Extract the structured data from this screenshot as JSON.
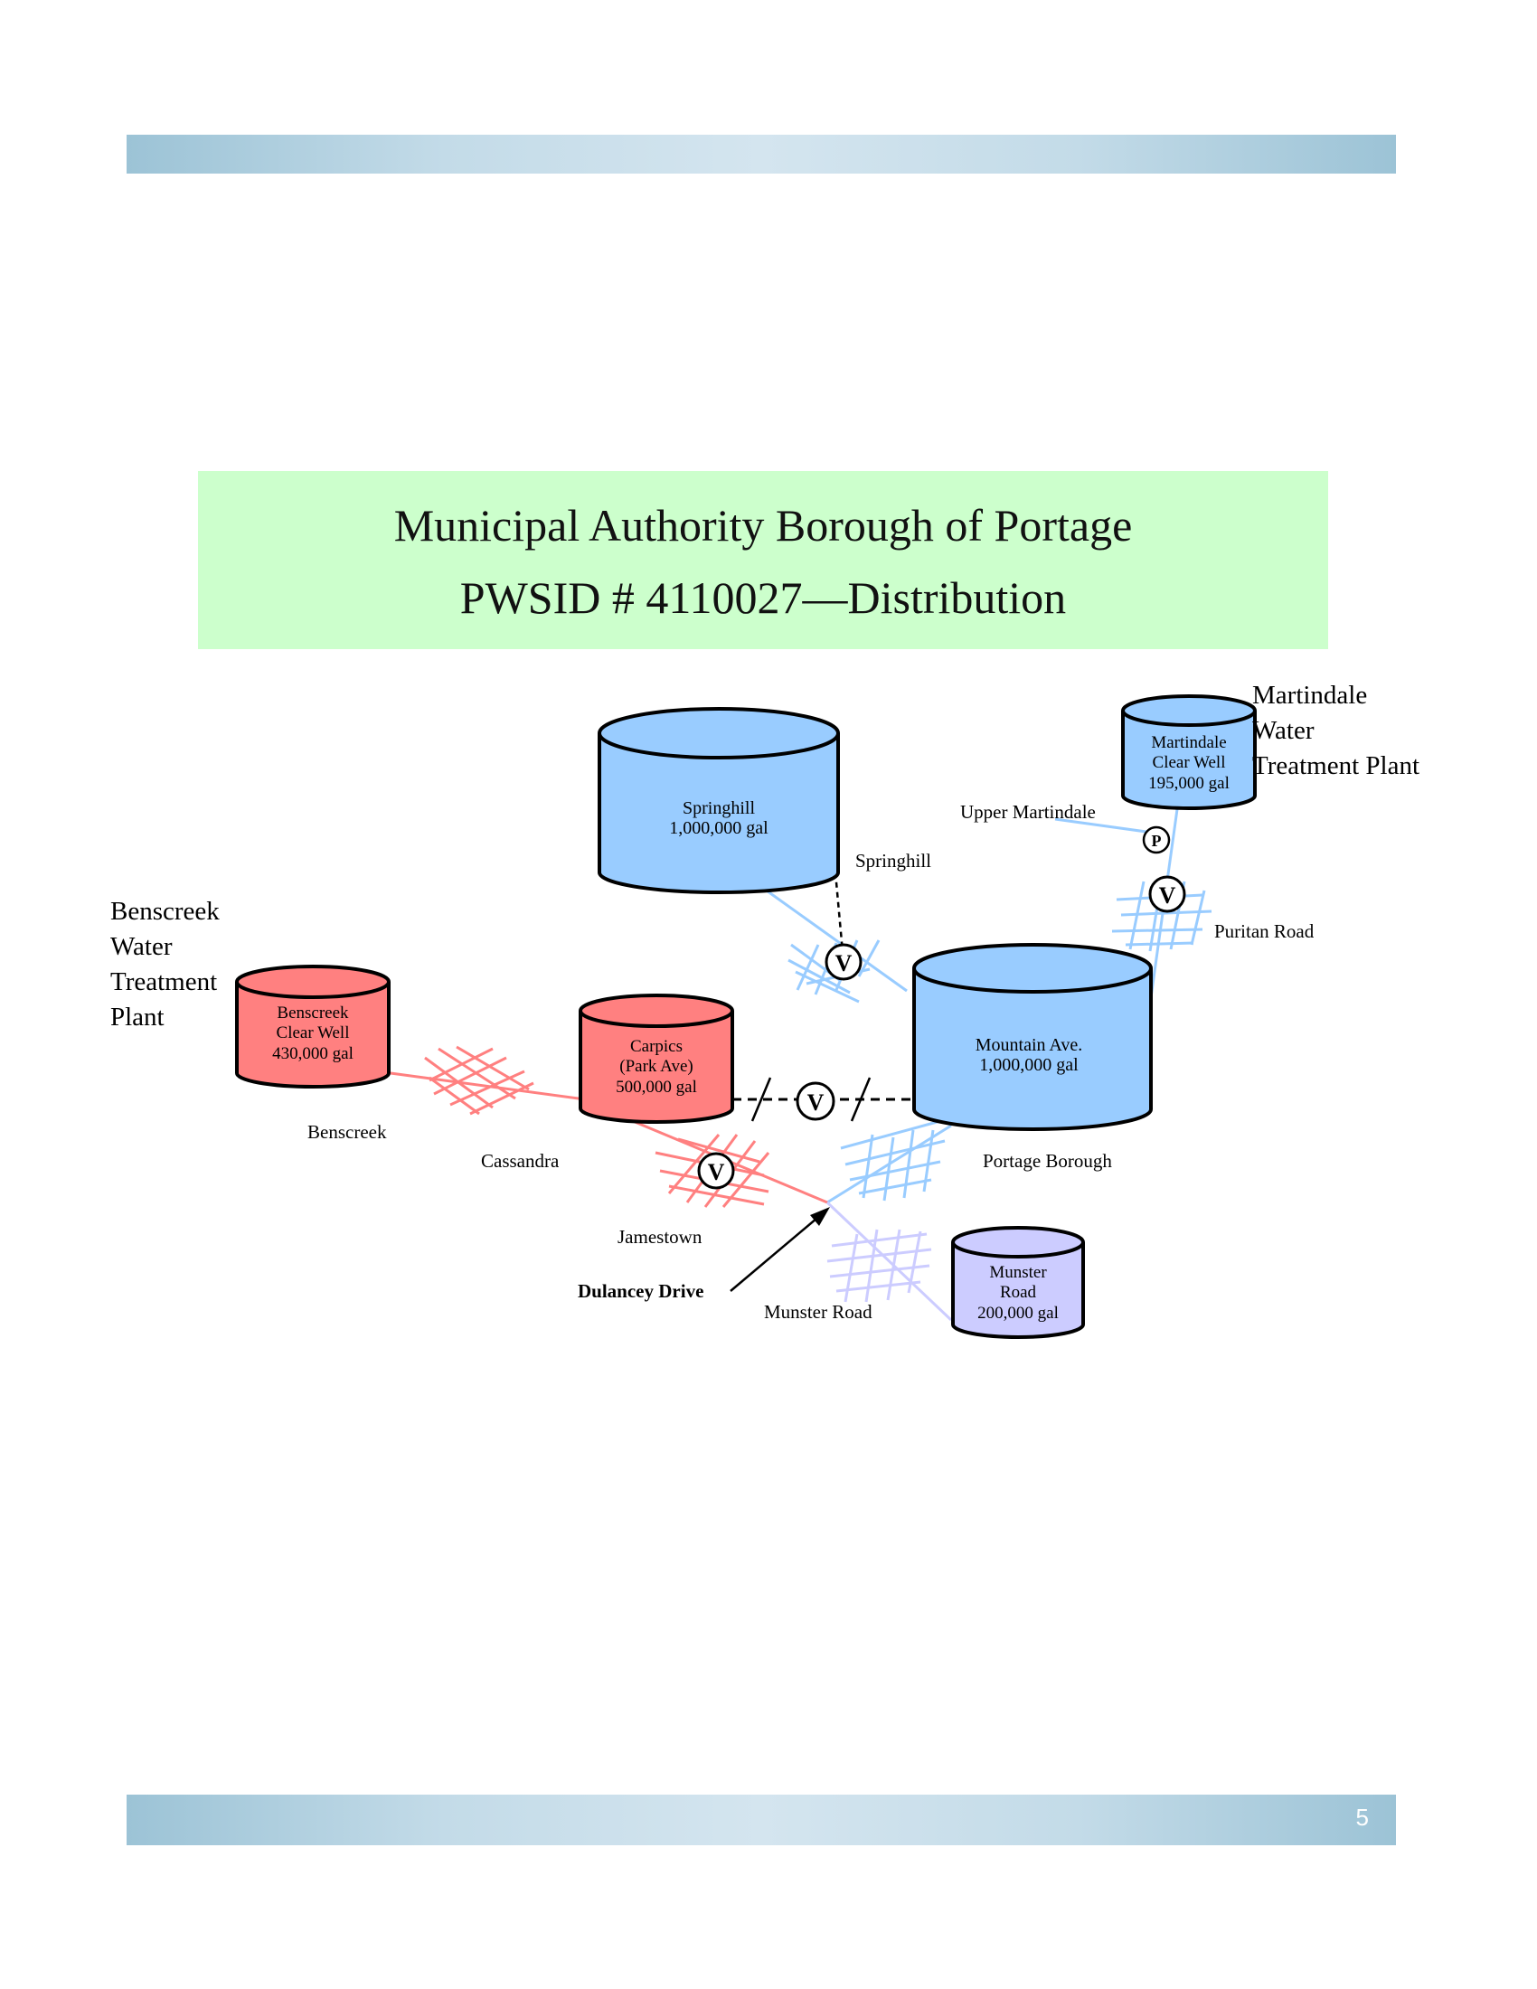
{
  "title": {
    "line1": "Municipal Authority Borough of Portage",
    "line2": "PWSID # 4110027—Distribution"
  },
  "page_number": "5",
  "plants": {
    "benscreek": [
      "Benscreek",
      "Water",
      "Treatment",
      "Plant"
    ],
    "martindale": [
      "Martindale",
      "Water",
      "Treatment Plant"
    ]
  },
  "tanks": {
    "springhill": [
      "Springhill",
      "1,000,000 gal"
    ],
    "martindale": [
      "Martindale",
      "Clear Well",
      "195,000 gal"
    ],
    "benscreek": [
      "Benscreek",
      "Clear Well",
      "430,000 gal"
    ],
    "carpics": [
      "Carpics",
      "(Park Ave)",
      "500,000 gal"
    ],
    "mountain": [
      "Mountain Ave.",
      "1,000,000 gal"
    ],
    "munster": [
      "Munster",
      "Road",
      "200,000 gal"
    ]
  },
  "labels": {
    "springhill": "Springhill",
    "upper_martindale": "Upper Martindale",
    "puritan_road": "Puritan Road",
    "benscreek": "Benscreek",
    "cassandra": "Cassandra",
    "portage_borough": "Portage Borough",
    "jamestown": "Jamestown",
    "dulancey_drive": "Dulancey Drive",
    "munster_road": "Munster Road"
  },
  "symbols": {
    "valve": "V",
    "pump": "P"
  },
  "colors": {
    "blue_fill": "#99ccff",
    "blue_line": "#99ccff",
    "red_fill": "#ff8080",
    "red_line": "#ff8080",
    "lavender_fill": "#ccccff",
    "lavender_line": "#ccccff"
  }
}
